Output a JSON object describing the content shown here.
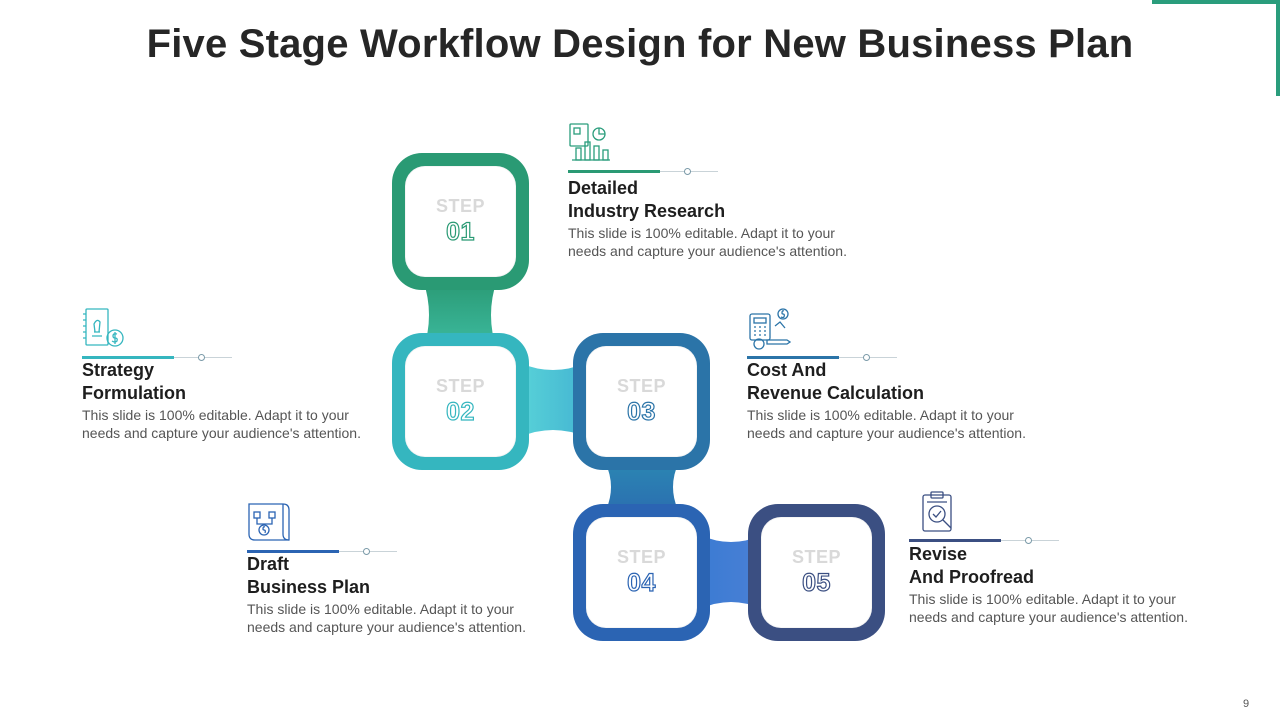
{
  "title": "Five Stage Workflow Design for New Business Plan",
  "page_number": "9",
  "colors": {
    "accent": "#2a9d7c",
    "step1": "#2a9a74",
    "step2": "#35b6bf",
    "step3": "#2b74a8",
    "step4": "#2b64b3",
    "step5": "#3b4f82"
  },
  "steps": [
    {
      "word": "STEP",
      "number": "01"
    },
    {
      "word": "STEP",
      "number": "02"
    },
    {
      "word": "STEP",
      "number": "03"
    },
    {
      "word": "STEP",
      "number": "04"
    },
    {
      "word": "STEP",
      "number": "05"
    }
  ],
  "details": [
    {
      "icon": "industry-research-icon",
      "title_line1": "Detailed",
      "title_line2": "Industry Research",
      "body_line1": "This slide is 100% editable. Adapt it to your",
      "body_line2": "needs and capture your audience's attention."
    },
    {
      "icon": "strategy-chess-icon",
      "title_line1": "Strategy",
      "title_line2": "Formulation",
      "body_line1": "This slide is 100% editable. Adapt it to your",
      "body_line2": "needs and capture your audience's attention."
    },
    {
      "icon": "calculator-cost-icon",
      "title_line1": "Cost And",
      "title_line2": "Revenue Calculation",
      "body_line1": "This slide is 100% editable. Adapt it to your",
      "body_line2": "needs and capture your audience's attention."
    },
    {
      "icon": "business-plan-icon",
      "title_line1": "Draft",
      "title_line2": "Business Plan",
      "body_line1": "This slide is 100% editable. Adapt it to your",
      "body_line2": "needs and capture your audience's attention."
    },
    {
      "icon": "proofread-clipboard-icon",
      "title_line1": "Revise",
      "title_line2": "And Proofread",
      "body_line1": "This slide is 100% editable. Adapt it to your",
      "body_line2": "needs and capture your audience's attention."
    }
  ]
}
